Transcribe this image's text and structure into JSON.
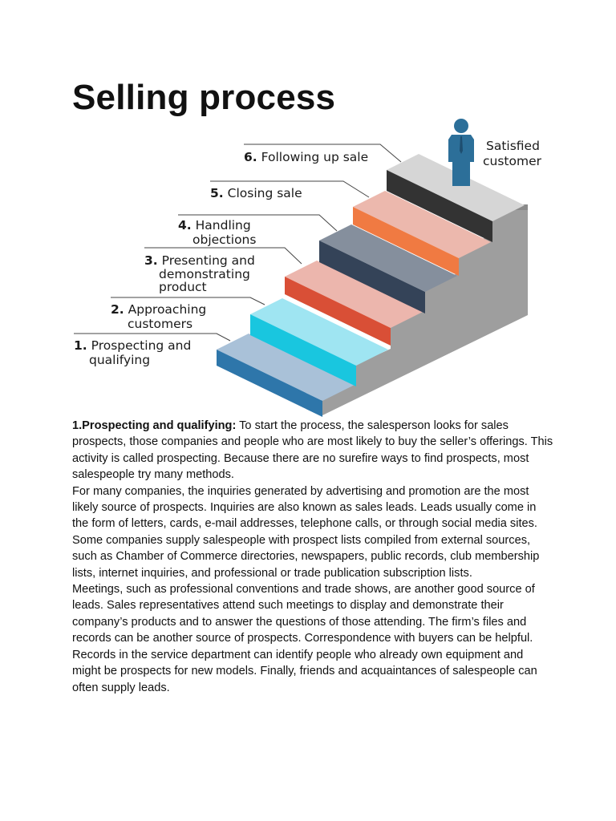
{
  "page": {
    "title": "Selling process"
  },
  "diagram": {
    "steps": [
      {
        "number": "1.",
        "lines": [
          "Prospecting and",
          "qualifying"
        ],
        "color_top": "#a9c1d8",
        "color_front": "#2e76aa"
      },
      {
        "number": "2.",
        "lines": [
          "Approaching",
          "customers"
        ],
        "color_top": "#9fe5f2",
        "color_front": "#19c6df"
      },
      {
        "number": "3.",
        "lines": [
          "Presenting and",
          "demonstrating",
          "product"
        ],
        "color_top": "#ecb6ad",
        "color_front": "#d94f36"
      },
      {
        "number": "4.",
        "lines": [
          "Handling",
          "objections"
        ],
        "color_top": "#858f9d",
        "color_front": "#344358"
      },
      {
        "number": "5.",
        "lines": [
          "Closing sale"
        ],
        "color_top": "#ecb8ad",
        "color_front": "#f07a42"
      },
      {
        "number": "6.",
        "lines": [
          "Following up sale"
        ],
        "color_top": "#d6d6d6",
        "color_front": "#333333"
      }
    ],
    "customer_label": [
      "Satisfied",
      "customer"
    ],
    "colors": {
      "side_wall": "#9e9e9e",
      "person": "#2c6f99",
      "leader_line": "#444444"
    }
  },
  "body": {
    "heading": "1.Prospecting and qualifying:",
    "paragraphs": [
      "To start the process, the salesperson looks for sales prospects, those companies and people who are most likely to buy the seller’s offerings. This activity is called prospecting. Because there are no surefire ways to find prospects, most salespeople try many methods.",
      "For many companies, the inquiries generated by advertising and promotion are the most likely source of prospects. Inquiries are also known as sales leads. Leads usually come in the form of letters, cards, e-mail addresses, telephone calls, or through social media sites.",
      "Some companies supply salespeople with prospect lists compiled from external sources, such as Chamber of Commerce directories, newspapers, public records, club membership lists, internet inquiries, and professional or trade publication subscription lists.",
      "Meetings, such as professional conventions and trade shows, are another good source of leads. Sales representatives attend such meetings to display and demonstrate their company’s products and to answer the questions of those attending. The firm’s files and records can be another source of prospects. Correspondence with buyers can be helpful. Records in the service department can identify people who already own equipment and might be prospects for new models. Finally, friends and acquaintances of salespeople can often supply leads."
    ]
  }
}
